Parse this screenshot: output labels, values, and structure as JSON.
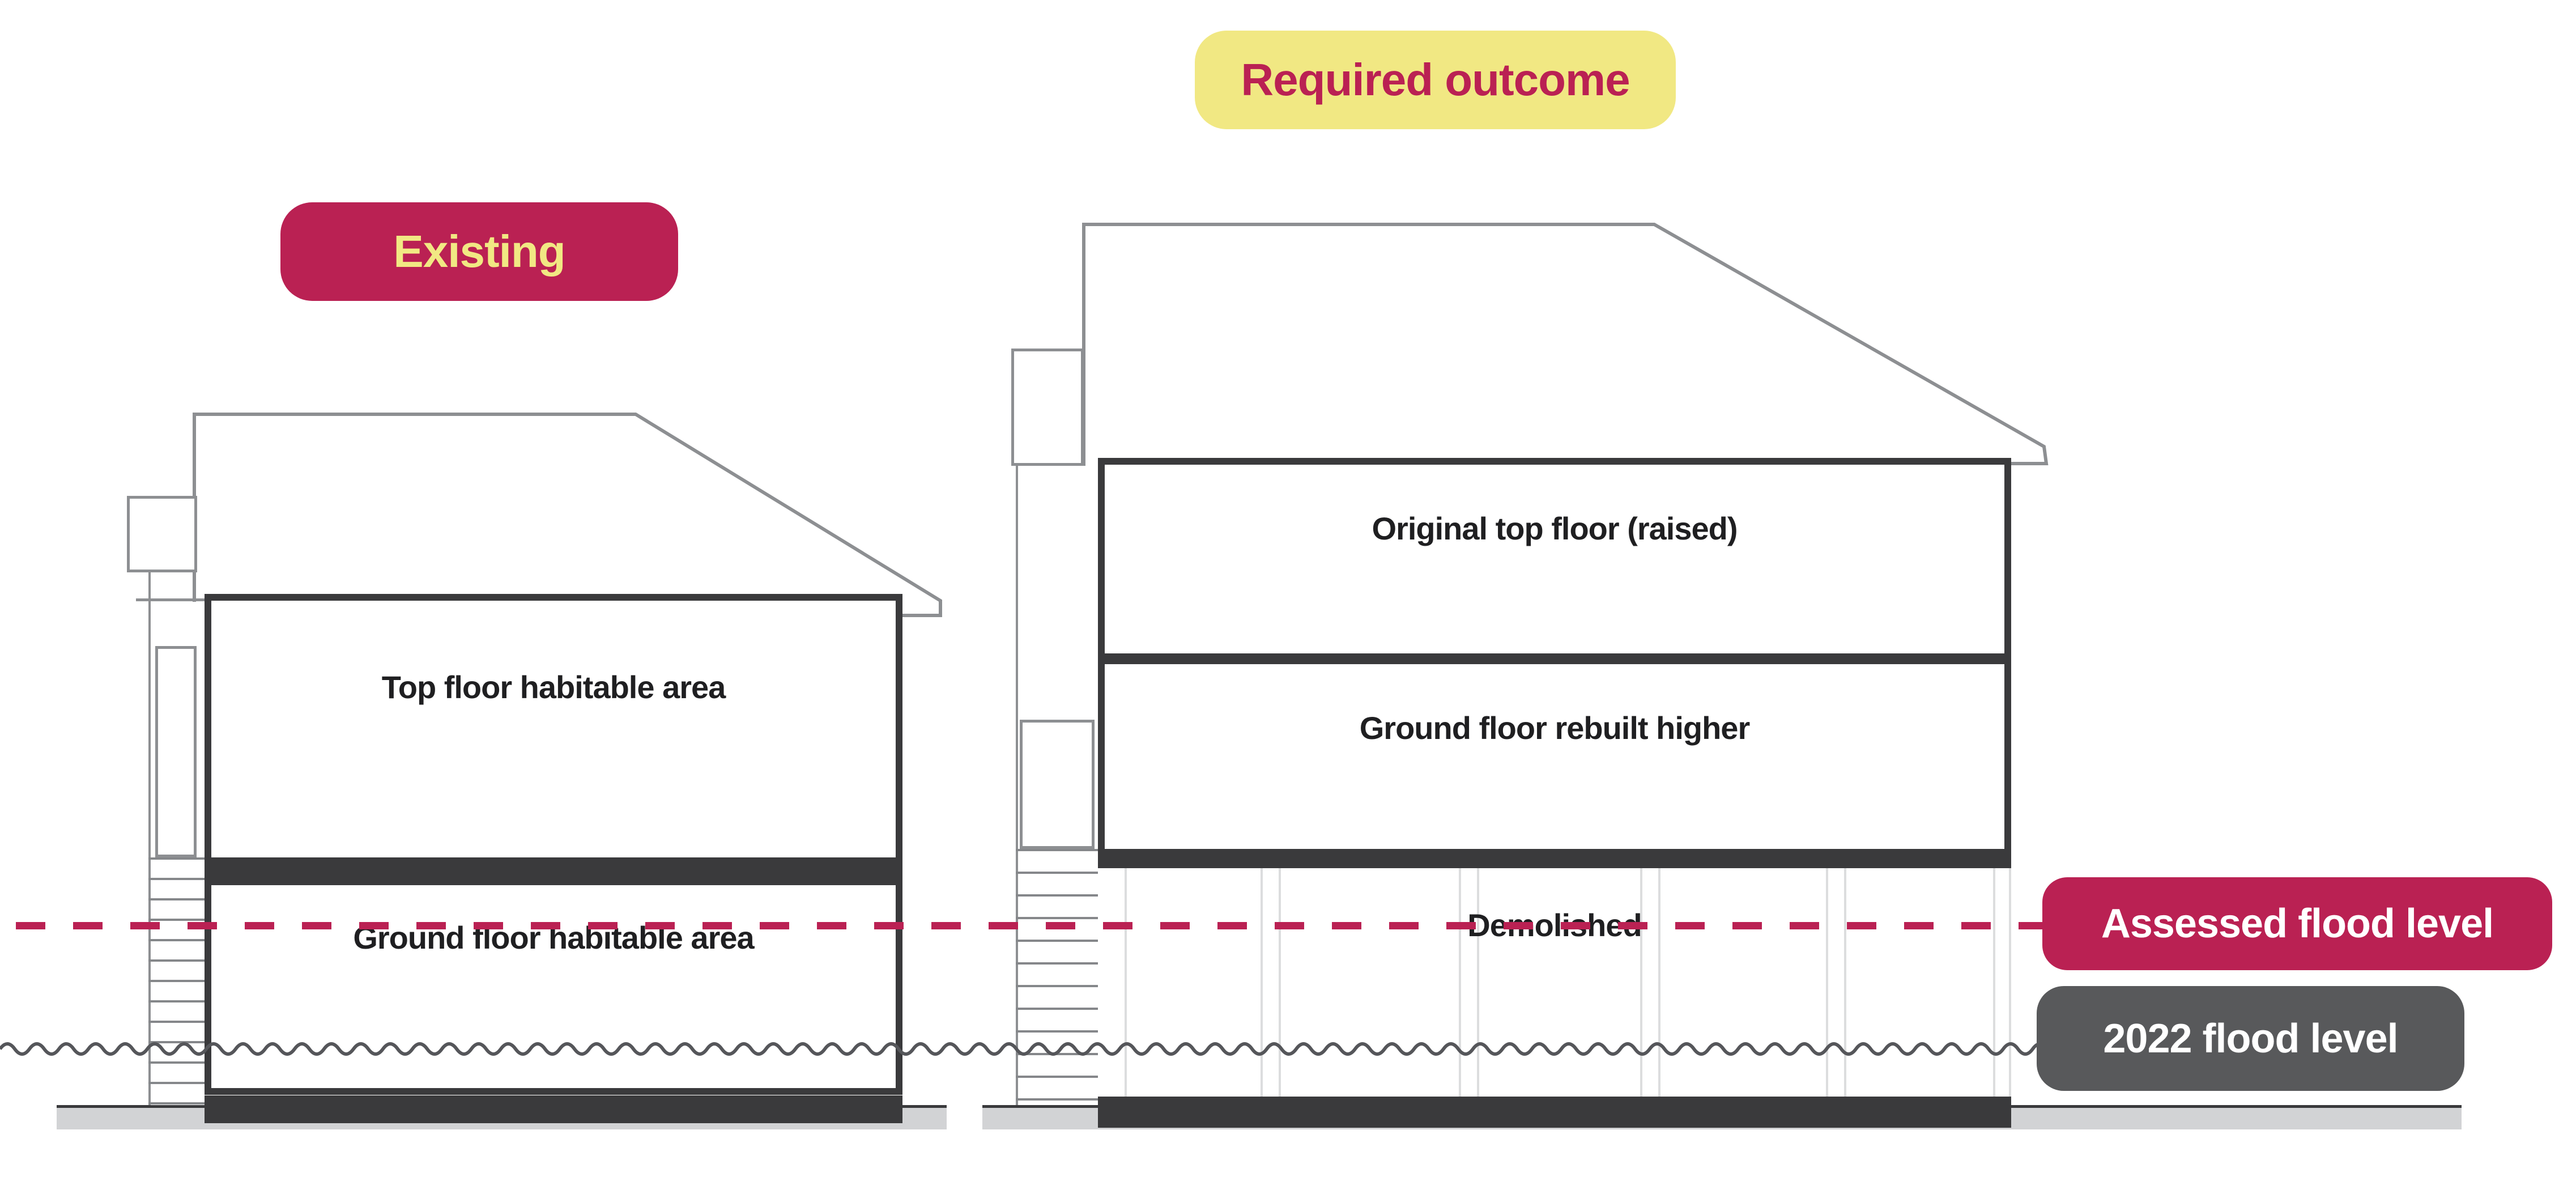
{
  "badges": {
    "existing": "Existing",
    "required_outcome": "Required outcome"
  },
  "existing_house": {
    "top_floor_label": "Top floor habitable area",
    "ground_floor_label": "Ground floor habitable area"
  },
  "outcome_house": {
    "top_floor_label": "Original top floor (raised)",
    "ground_floor_label": "Ground floor rebuilt higher",
    "demolished_label": "Demolished"
  },
  "flood_levels": {
    "assessed_label": "Assessed flood level",
    "flood_2022_label": "2022 flood level"
  },
  "colors": {
    "crimson": "#BA2153",
    "yellow": "#F1E883",
    "slab-dark": "#3A3A3C",
    "pill-gray": "#58595B",
    "outline-gray": "#8D8F92",
    "wave-gray": "#55565A",
    "ground-gray": "#D2D3D5",
    "post-gray": "#DCDDDE",
    "ink": "#1F1F21"
  }
}
